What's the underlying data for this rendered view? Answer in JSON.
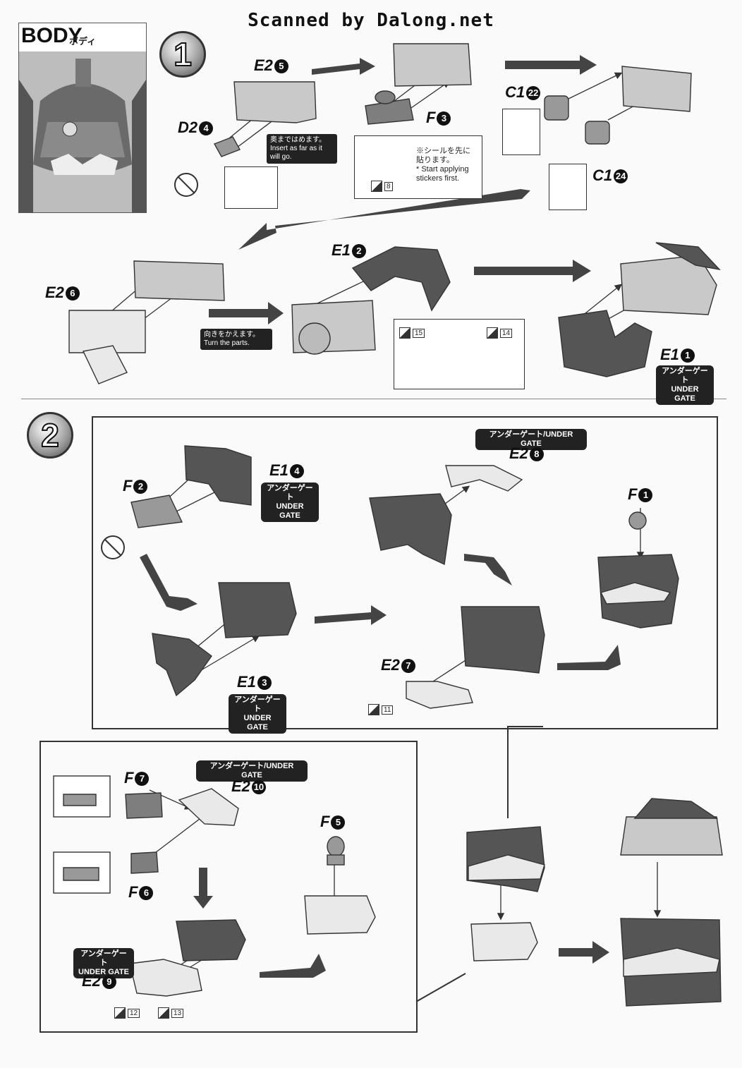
{
  "header": {
    "scanned": "Scanned by Dalong.net",
    "section_title": "BODY",
    "section_title_jp": "ボディ"
  },
  "steps": [
    "1",
    "2"
  ],
  "step1": {
    "parts": {
      "e2_5": {
        "label": "E2",
        "num": "5"
      },
      "d2_4": {
        "label": "D2",
        "num": "4"
      },
      "f_3": {
        "label": "F",
        "num": "3"
      },
      "c1_22": {
        "label": "C1",
        "num": "22"
      },
      "c1_24": {
        "label": "C1",
        "num": "24"
      },
      "e2_6": {
        "label": "E2",
        "num": "6"
      },
      "e1_2": {
        "label": "E1",
        "num": "2"
      },
      "e1_1": {
        "label": "E1",
        "num": "1"
      }
    },
    "note_insert_jp": "奥まではめます。",
    "note_insert_en": "Insert as far as it will go.",
    "sticker_note_jp1": "※シールを先に",
    "sticker_note_jp2": "貼ります。",
    "sticker_note_en1": "* Start applying",
    "sticker_note_en2": "stickers first.",
    "turn_jp": "向きをかえます。",
    "turn_en": "Turn the parts.",
    "stickers": [
      "8",
      "15",
      "14"
    ],
    "under_gate_jp": "アンダーゲート",
    "under_gate_en": "UNDER GATE"
  },
  "step2": {
    "parts": {
      "f_2": {
        "label": "F",
        "num": "2"
      },
      "e1_4": {
        "label": "E1",
        "num": "4"
      },
      "e2_8": {
        "label": "E2",
        "num": "8"
      },
      "f_1": {
        "label": "F",
        "num": "1"
      },
      "e1_3": {
        "label": "E1",
        "num": "3"
      },
      "e2_7": {
        "label": "E2",
        "num": "7"
      },
      "f_7": {
        "label": "F",
        "num": "7"
      },
      "e2_10": {
        "label": "E2",
        "num": "10"
      },
      "f_6": {
        "label": "F",
        "num": "6"
      },
      "f_5": {
        "label": "F",
        "num": "5"
      },
      "e2_9": {
        "label": "E2",
        "num": "9"
      }
    },
    "under_gate_slash": "アンダーゲート/UNDER GATE",
    "under_gate_jp": "アンダーゲート",
    "under_gate_en": "UNDER GATE",
    "stickers": [
      "11",
      "12",
      "13"
    ]
  }
}
